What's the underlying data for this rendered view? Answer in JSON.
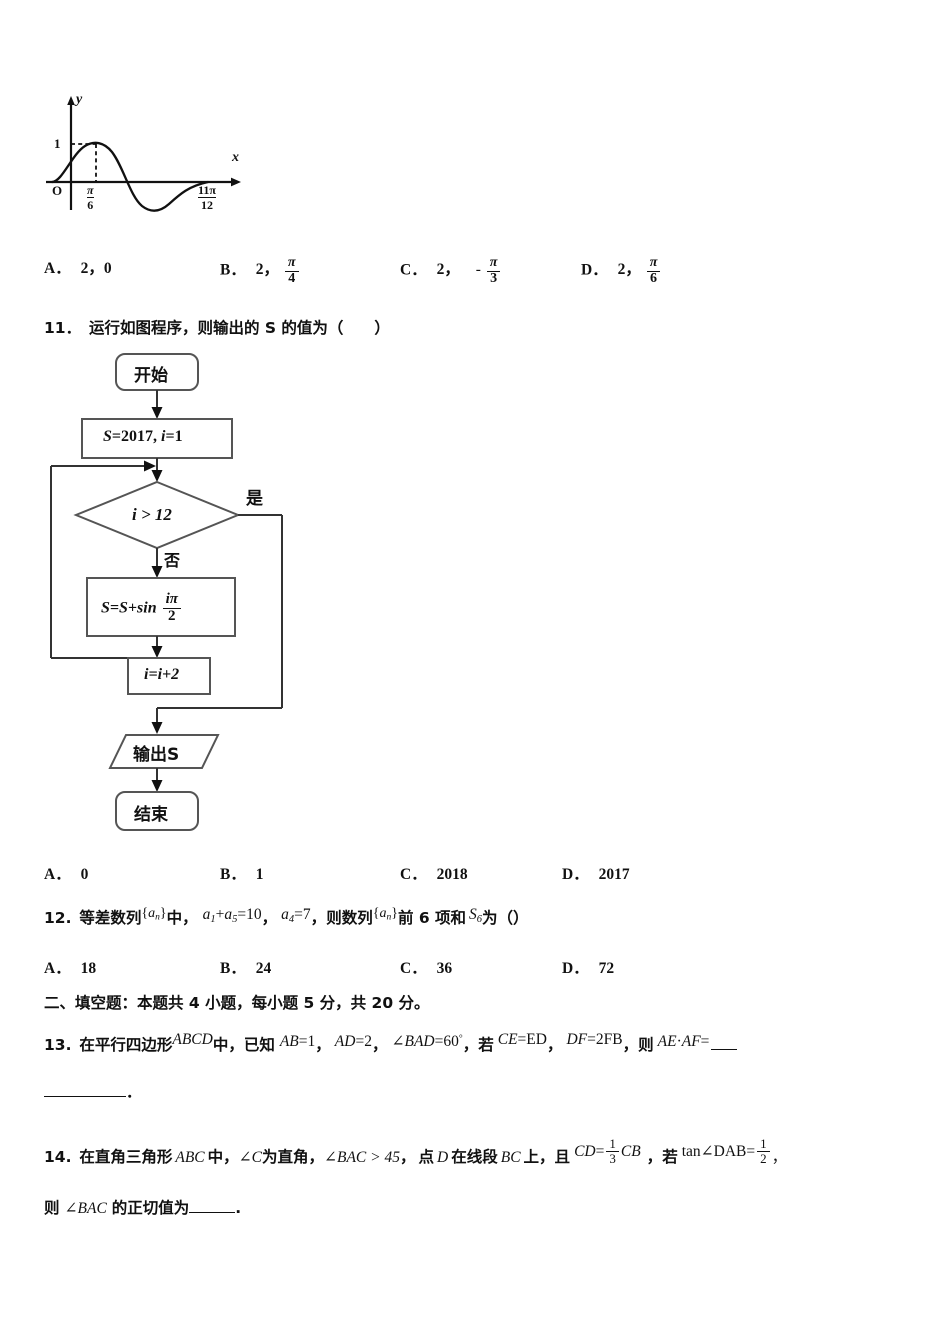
{
  "document": {
    "type": "exam-paper",
    "language": "zh-CN"
  },
  "figure_sine": {
    "name": "sine-curve-graph",
    "y_axis_label": "y",
    "x_axis_label": "x",
    "origin_label": "O",
    "amplitude_tick": "1",
    "peak_tick_num": "π",
    "peak_tick_den": "6",
    "right_tick_num": "11π",
    "right_tick_den": "12"
  },
  "q10_options": {
    "a_letter": "A．",
    "a_text": "2，0",
    "b_letter": "B．",
    "b_text": "2，",
    "b_frac_num": "π",
    "b_frac_den": "4",
    "c_letter": "C．",
    "c_text": "2，",
    "c_sign": "-",
    "c_frac_num": "π",
    "c_frac_den": "3",
    "d_letter": "D．",
    "d_text": "2，",
    "d_frac_num": "π",
    "d_frac_den": "6"
  },
  "q11": {
    "number": "11．",
    "text": "运行如图程序，则输出的 S 的值为（　　）"
  },
  "flowchart": {
    "name": "program-flowchart",
    "start": "开始",
    "init_s": "S",
    "init_eq1": "=2017, ",
    "init_i": "i",
    "init_eq2": "=1",
    "decision": "i > 12",
    "yes_label": "是",
    "no_label": "否",
    "process_lhs": "S=S+sin",
    "process_frac_num": "iπ",
    "process_frac_den": "2",
    "increment": "i=i+2",
    "output": "输出S",
    "end": "结束"
  },
  "q11_options": {
    "a_letter": "A．",
    "a_text": "0",
    "b_letter": "B．",
    "b_text": "1",
    "c_letter": "C．",
    "c_text": "2018",
    "d_letter": "D．",
    "d_text": "2017"
  },
  "q12": {
    "number": "12.",
    "lead": "等差数列",
    "seq1_open": "{",
    "seq1_body": "a",
    "seq1_sub": "n",
    "seq1_close": "}",
    "mid1": "中，",
    "expr1_a": "a",
    "expr1_sub1": "1",
    "expr1_plus": "+",
    "expr1_b": "a",
    "expr1_sub2": "5",
    "expr1_eq": "=10",
    "comma1": "，",
    "expr2_a": "a",
    "expr2_sub": "4",
    "expr2_eq": "=7",
    "comma2": "，",
    "mid2": "则数列",
    "seq2_open": "{",
    "seq2_body": "a",
    "seq2_sub": "n",
    "seq2_close": "}",
    "mid3": "前 6 项和",
    "sum_s": "S",
    "sum_sub": "6",
    "tail": "为（）"
  },
  "q12_options": {
    "a_letter": "A．",
    "a_text": "18",
    "b_letter": "B．",
    "b_text": "24",
    "c_letter": "C．",
    "c_text": "36",
    "d_letter": "D．",
    "d_text": "72"
  },
  "section2": {
    "heading": "二、填空题：本题共 4 小题，每小题 5 分，共 20 分。"
  },
  "q13": {
    "number": "13.",
    "lead": "在平行四边形",
    "quad": "ABCD",
    "mid1": "中，已知",
    "ab": "AB",
    "ab_val": "=1",
    "comma1": "，",
    "ad": "AD",
    "ad_val": "=2",
    "comma2": "，",
    "angle": "∠BAD",
    "angle_val": "=60",
    "angle_deg": "°",
    "comma3": "，",
    "ruo": "若",
    "ce": "CE",
    "ce_val": "=ED",
    "comma4": "，",
    "df": "DF",
    "df_val": "=2FB",
    "comma5": "，",
    "ze": "则",
    "result_lhs": "AE",
    "dot": "·",
    "result_rhs": "AF",
    "result_eq": "=",
    "cont_period": "．"
  },
  "q14": {
    "number": "14.",
    "lead": "在直角三角形",
    "abc": "ABC",
    "mid1": "中，",
    "angle_c": "∠C",
    "mid2": "为直角，",
    "angle_bac": "∠BAC > 45",
    "comma1": "，",
    "mid3": "点",
    "point_d": "D",
    "mid4": "在线段",
    "seg_bc": "BC",
    "mid5": "上，且",
    "cd": "CD",
    "cd_eq": "=",
    "cd_frac_num": "1",
    "cd_frac_den": "3",
    "cd_rhs": "CB",
    "comma2": "，",
    "ruo": "若",
    "tan": "tan∠DAB",
    "tan_eq": "=",
    "tan_frac_num": "1",
    "tan_frac_den": "2",
    "comma3": "，",
    "line2_ze": "则",
    "line2_angle": "∠BAC",
    "line2_tail": "的正切值为",
    "line2_period": "."
  }
}
